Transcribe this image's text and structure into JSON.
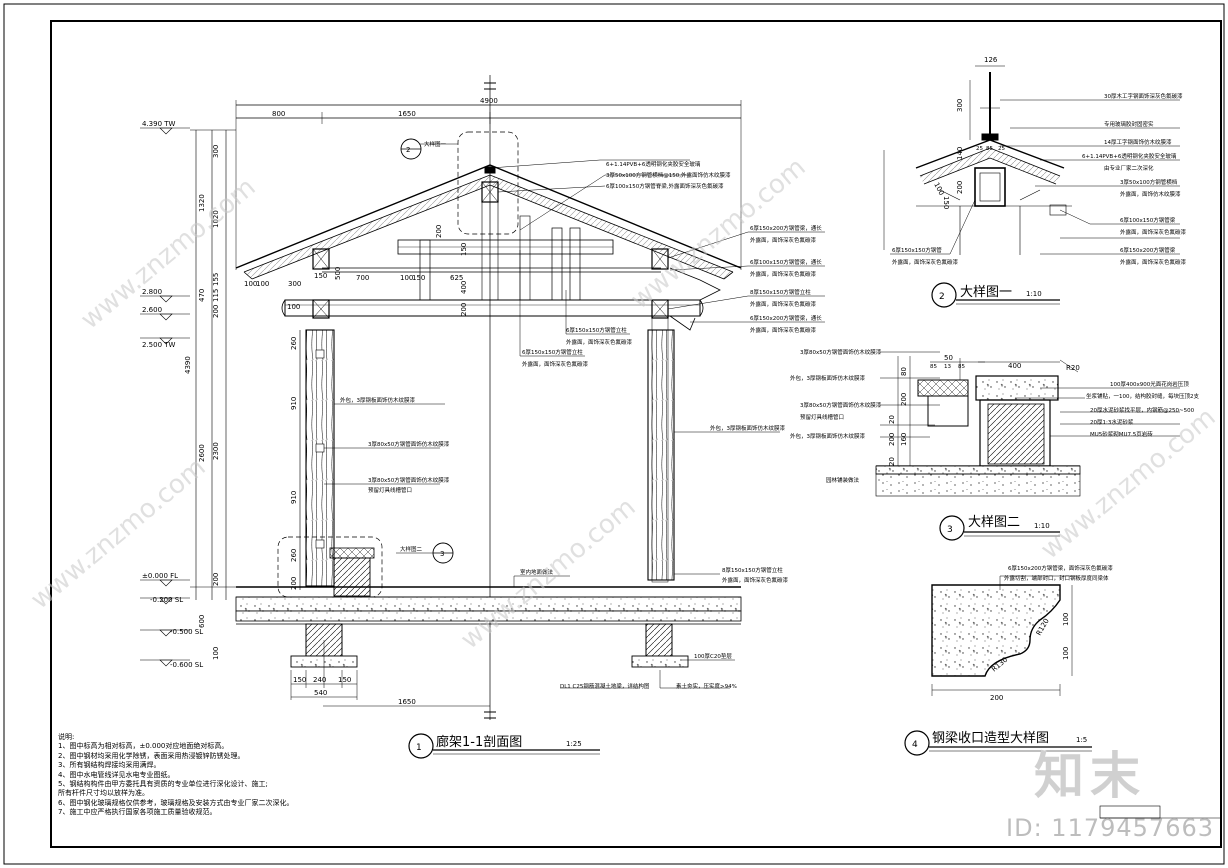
{
  "sheet": {
    "notes_title": "说明:",
    "notes": [
      "1、图中标高为相对标高，±0.000对应地面绝对标高。",
      "2、图中钢材均采用化学除锈，表面采用热浸镀锌防锈处理。",
      "3、所有钢结构焊接均采用满焊。",
      "4、图中水电管线详见水电专业图纸。",
      "5、钢结构构件由甲方委托具有资质的专业单位进行深化设计、施工;",
      "   所有杆件尺寸均以放样为准。",
      "6、图中钢化玻璃规格仅供参考，玻璃规格及安装方式由专业厂家二次深化。",
      "7、施工中应严格执行国家各项施工质量验收规范。"
    ],
    "watermark_id": "ID: 1179457663",
    "watermark_logo": "知末",
    "watermark_text": "www.znzmo.com"
  },
  "section": {
    "title_num": "1",
    "title": "廊架1-1剖面图",
    "scale": "1:25",
    "dims_top": [
      "800",
      "1650",
      "4900"
    ],
    "dims_bottom": [
      "150",
      "240",
      "150",
      "540",
      "1650"
    ],
    "dims_left": [
      "300",
      "1320",
      "1020",
      "470",
      "155",
      "115",
      "200",
      "4390",
      "260",
      "910",
      "2600",
      "2300",
      "910",
      "260",
      "200",
      "600",
      "100"
    ],
    "dims_inner": [
      "300",
      "150",
      "500",
      "700",
      "100",
      "150",
      "625",
      "100",
      "200",
      "150",
      "400",
      "200",
      "100",
      "100",
      "200"
    ],
    "levels": [
      "4.390 TW",
      "2.800",
      "2.600",
      "2.500 TW",
      "±0.000 FL",
      "-0.200 SL",
      "-0.500 SL",
      "-0.600 SL"
    ],
    "callouts": [
      {
        "num": "2",
        "label": "大样图一"
      },
      {
        "num": "3",
        "label": "大样图二"
      }
    ],
    "labels_right": [
      "6+1.14PVB+6透明钢化夹胶安全玻璃",
      "3厚50x100方钢管横档@150,外露面饰仿木纹膜漆",
      "6厚100x150方钢管脊梁,外露面饰深灰色氟碳漆",
      "6厚150x200方钢管梁，通长",
      "外露面，面饰深灰色氟碳漆",
      "6厚100x150方钢管梁，通长",
      "外露面，面饰深灰色氟碳漆",
      "8厚150x150方钢管立柱",
      "外露面，面饰深灰色氟碳漆",
      "6厚150x200方钢管梁，通长",
      "外露面，面饰深灰色氟碳漆",
      "6厚150x150方钢管立柱",
      "外露面，面饰深灰色氟碳漆",
      "6厚150x150方钢管立柱",
      "外露面，面饰深灰色氟碳漆",
      "外包，3厚钢板面饰仿木纹膜漆",
      "外包，3厚钢板面饰仿木纹膜漆",
      "3厚80x50方钢管面饰仿木纹膜漆",
      "3厚80x50方钢管面饰仿木纹膜漆",
      "预留灯具线槽管口",
      "室内地面做法",
      "8厚150x150方钢管立柱",
      "外露面，面饰深灰色氟碳漆",
      "100厚C20垫层",
      "DL1 C25钢筋混凝土地梁，详结构图",
      "素土夯实，压实度>94%"
    ]
  },
  "detail1": {
    "num": "2",
    "title": "大样图一",
    "scale": "1:10",
    "dims": [
      "126",
      "300",
      "200",
      "140",
      "100",
      "150",
      "25",
      "85",
      "25"
    ],
    "labels": [
      "30厚木工字钢面饰深灰色氟碳漆",
      "专用玻璃胶封固密实",
      "14厚工字钢面饰仿木纹膜漆",
      "6+1.14PVB+6透明钢化夹胶安全玻璃",
      "由专业厂家二次深化",
      "3厚50x100方钢管横档",
      "外露面，面饰仿木纹膜漆",
      "6厚100x150方钢管梁",
      "外露面，面饰深灰色氟碳漆",
      "6厚150x200方钢管梁",
      "外露面，面饰深灰色氟碳漆",
      "6厚150x150方钢管",
      "外露面，面饰深灰色氟碳漆"
    ]
  },
  "detail2": {
    "num": "3",
    "title": "大样图二",
    "scale": "1:10",
    "dims": [
      "50",
      "85",
      "13",
      "85",
      "400",
      "R20",
      "80",
      "200",
      "20",
      "160",
      "200",
      "20"
    ],
    "labels": [
      "3厚80x50方钢管面饰仿木纹膜漆",
      "外包，3厚钢板面饰仿木纹膜漆",
      "3厚80x50方钢管面饰仿木纹膜漆",
      "预留灯具线槽管口",
      "外包，3厚钢板面饰仿木纹膜漆",
      "100厚400x900光面花岗岩压顶",
      "坐浆铺贴，一100，结构胶封缝，每块压顶2支",
      "20厚水泥砂浆找平层，内钢筋@250~500",
      "20厚1:3水泥砂浆",
      "MU5砂浆砌MU7.5页岩砖",
      "园林铺装做法"
    ]
  },
  "detail4": {
    "num": "4",
    "title": "钢梁收口造型大样图",
    "scale": "1:5",
    "labels": [
      "6厚150x200方钢管梁，面饰深灰色氟碳漆",
      "外露切割，端部封口，封口钢板厚度同梁体"
    ],
    "dims": [
      "R120",
      "R130",
      "100",
      "100",
      "200"
    ]
  }
}
